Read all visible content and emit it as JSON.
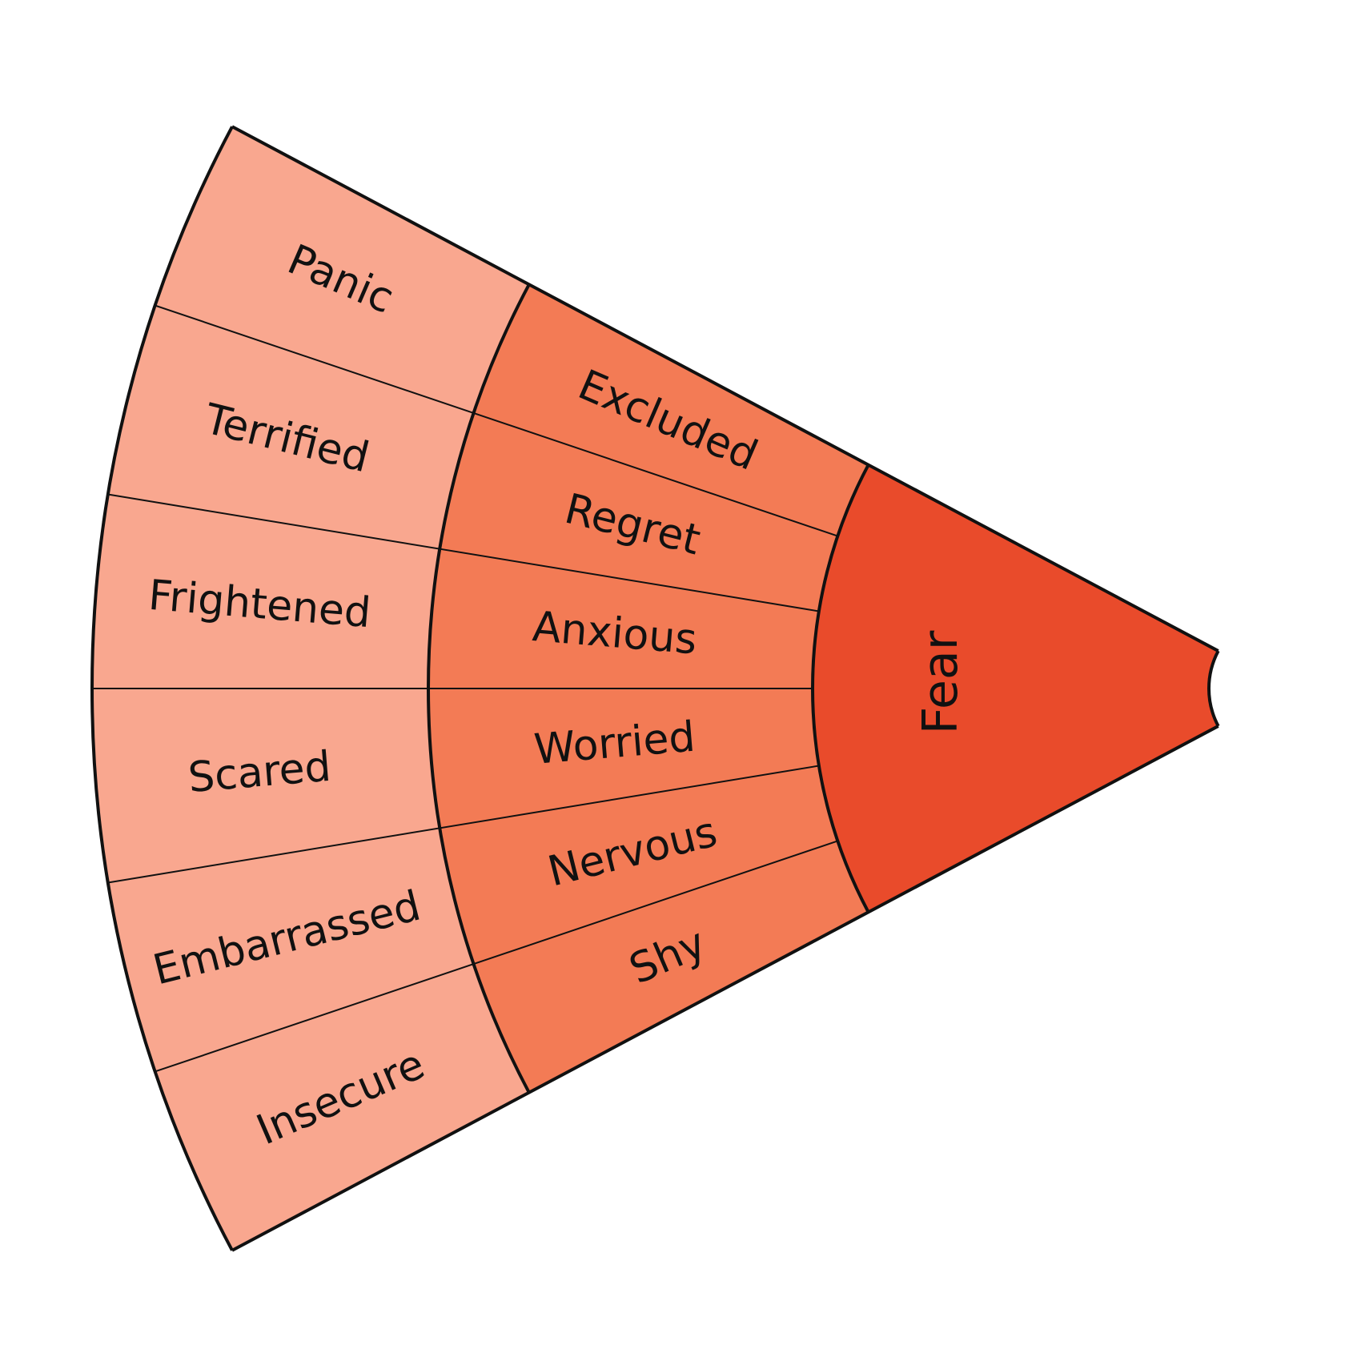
{
  "colors": {
    "core": "#E94B2B",
    "middle": "#F37B55",
    "outer": "#F9A78F",
    "stroke": "#111111",
    "text": "#111111"
  },
  "core": {
    "label": "Fear"
  },
  "middle": {
    "labels": [
      "Excluded",
      "Regret",
      "Anxious",
      "Worried",
      "Nervous",
      "Shy"
    ]
  },
  "outer": {
    "labels": [
      "Panic",
      "Terrified",
      "Frightened",
      "Scared",
      "Embarrassed",
      "Insecure"
    ]
  }
}
